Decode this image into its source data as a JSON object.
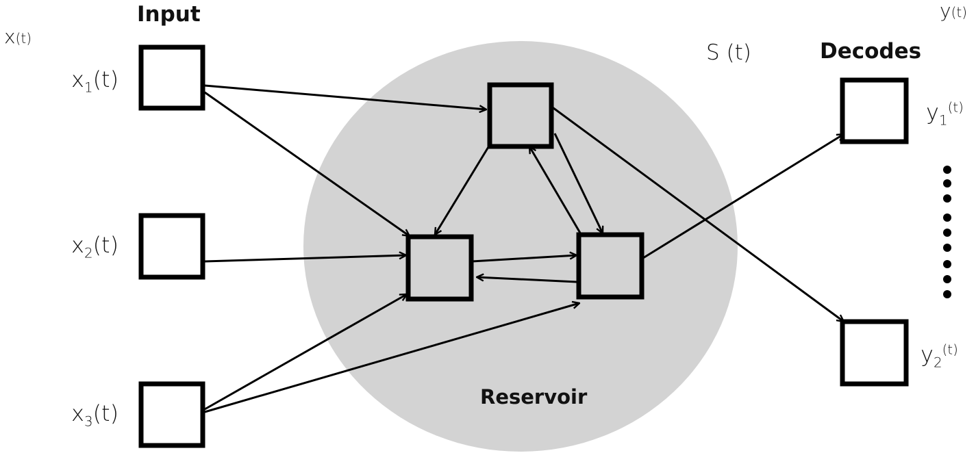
{
  "labels": {
    "input_title": "Input",
    "decodes_title": "Decodes",
    "reservoir_title": "Reservoir",
    "state": "S (t)",
    "x_group": "x",
    "x_group_arg": "(t)",
    "y_group": "y",
    "y_group_arg": "(t)"
  },
  "inputs": [
    {
      "base": "x",
      "sub": "1",
      "arg": "(t)"
    },
    {
      "base": "x",
      "sub": "2",
      "arg": "(t)"
    },
    {
      "base": "x",
      "sub": "3",
      "arg": "(t)"
    }
  ],
  "outputs": [
    {
      "base": "y",
      "sub": "1",
      "arg": "(t)"
    },
    {
      "base": "y",
      "sub": "2",
      "arg": "(t)"
    }
  ],
  "colors": {
    "reservoir_fill": "#d3d3d3",
    "stroke": "#000000",
    "text": "#111111"
  },
  "connections": [
    {
      "from": "input-1",
      "to": "reservoir-top"
    },
    {
      "from": "input-1",
      "to": "reservoir-left"
    },
    {
      "from": "input-2",
      "to": "reservoir-left"
    },
    {
      "from": "input-3",
      "to": "reservoir-left"
    },
    {
      "from": "input-3",
      "to": "reservoir-right"
    },
    {
      "from": "reservoir-top",
      "to": "reservoir-left"
    },
    {
      "from": "reservoir-top",
      "to": "reservoir-right"
    },
    {
      "from": "reservoir-right",
      "to": "reservoir-top"
    },
    {
      "from": "reservoir-left",
      "to": "reservoir-right"
    },
    {
      "from": "reservoir-right",
      "to": "reservoir-left"
    },
    {
      "from": "reservoir-right",
      "to": "output-1"
    },
    {
      "from": "reservoir-top",
      "to": "output-2"
    }
  ]
}
